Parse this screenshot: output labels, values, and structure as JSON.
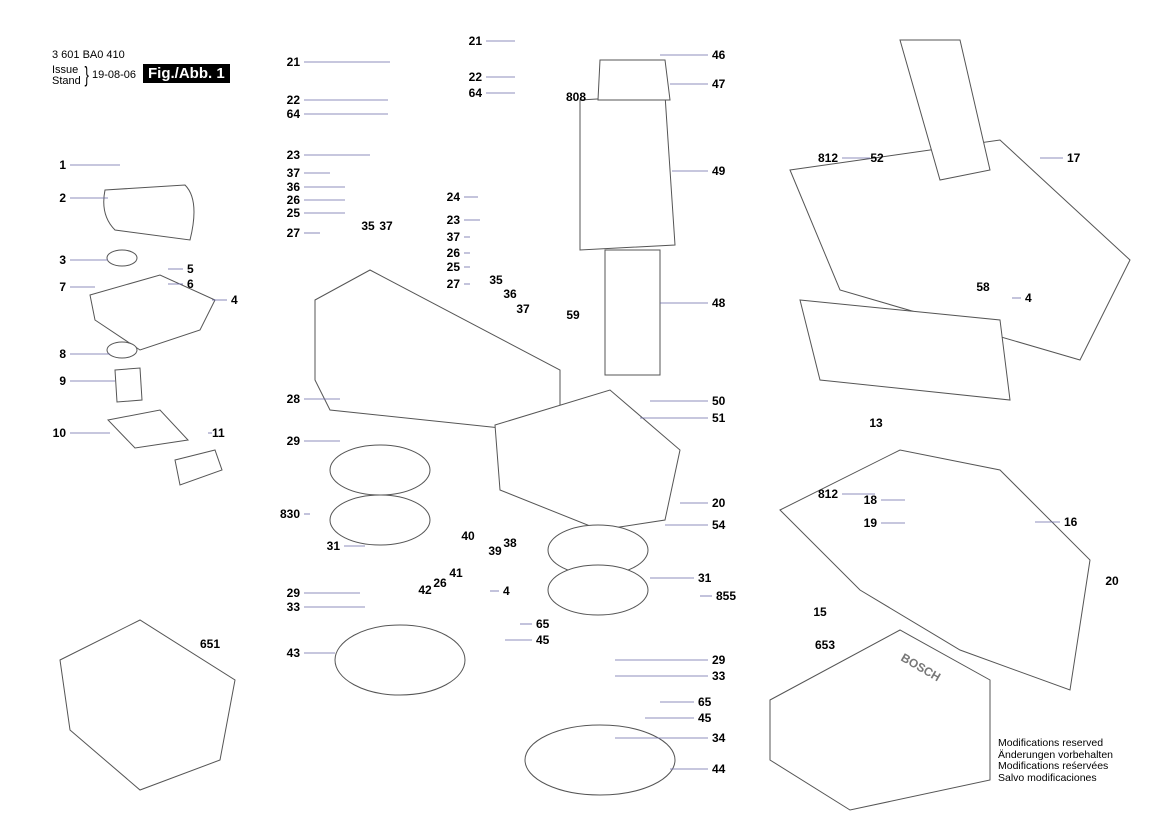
{
  "header": {
    "part_number": "3 601 BA0 410",
    "issue_label_en": "Issue",
    "issue_label_de": "Stand",
    "issue_date": "19-08-06",
    "figure_label": "Fig./Abb. 1"
  },
  "notice": {
    "en": "Modifications reserved",
    "de": "Änderungen vorbehalten",
    "fr": "Modifications reśervées",
    "es": "Salvo modificaciones"
  },
  "charger_brand": "BOSCH",
  "part_labels": [
    "1",
    "2",
    "3",
    "5",
    "6",
    "7",
    "4",
    "8",
    "9",
    "10",
    "11",
    "21",
    "22",
    "64",
    "23",
    "37",
    "36",
    "26",
    "25",
    "27",
    "35",
    "37",
    "24",
    "23",
    "37",
    "26",
    "25",
    "27",
    "35",
    "36",
    "37",
    "21",
    "22",
    "64",
    "46",
    "47",
    "808",
    "49",
    "48",
    "59",
    "50",
    "51",
    "28",
    "29",
    "830",
    "31",
    "29",
    "33",
    "43",
    "40",
    "41",
    "26",
    "42",
    "4",
    "39",
    "38",
    "65",
    "45",
    "20",
    "54",
    "31",
    "855",
    "29",
    "33",
    "65",
    "45",
    "34",
    "44",
    "812",
    "52",
    "17",
    "58",
    "4",
    "13",
    "812",
    "18",
    "19",
    "16",
    "20",
    "15",
    "651",
    "653"
  ]
}
